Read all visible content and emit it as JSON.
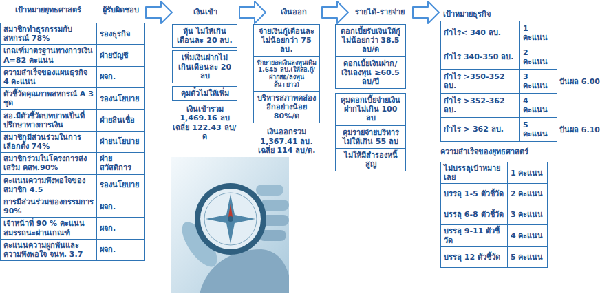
{
  "diagram": {
    "nodes": [
      {
        "text": [
          "หุ้น ไม่ให้เกินเดือนละ 20 ลบ."
        ]
      },
      {
        "text": [
          "เพิ่มเงินฝากไม่เกินเดือนละ 20 ลบ"
        ]
      },
      {
        "text": [
          "คุมตั๋วไม่ให้เพิ่ม"
        ]
      },
      {
        "text": [
          "จ่ายเงินกู้เดือนละไม่น้อยกว่า 75 ลบ."
        ]
      },
      {
        "text": [
          "รักษายอดเงินลงทุนเดิม 1,645 ลบ.(ให้สอ.กู้/ฝากสอ/ลงทุนสั้น+ยาว)"
        ]
      },
      {
        "text": [
          "บริหารสภาพคล่องอีกอย่างน้อย 80%/ด"
        ]
      },
      {
        "text": [
          "ดอกเบี้ยรับเงินให้กู้ไม่น้อยกว่า 38.5 ลบ/ด"
        ]
      },
      {
        "text": [
          "ดอกเบี้ยเงินฝาก/เงินลงทุน ≥60.5 ลบ/ปี"
        ]
      },
      {
        "text": [
          "คุมดอกเบี้ยจ่ายเงินฝากไม่เกิน 100 ลบ"
        ]
      },
      {
        "text": [
          "คุมรายจ่ายบริหารไม่ให้เกิน 55 ลบ"
        ]
      },
      {
        "text": [
          "ไม่ให้มีสำรองหนี้สูญ"
        ]
      }
    ],
    "labels": [
      "เป้าหมายยุทธศาสตร์",
      "ผู้รับผิดชอบ",
      "สมาชิกทำธุรกรรมกับสหกรณ์ 78%",
      "รองธุรกิจ",
      "เกณฑ์มาตรฐานทางการเงิน A=82 คะแนน",
      "ฝ่ายบัญชี",
      "ความสำเร็จของแผนธุรกิจ 4 คะแนน",
      "ผจก.",
      "ตัวชี้วัดคุณภาพสหกรณ์ A 3 ชุด",
      "รองนโยบาย",
      "สอ.มีตัวชี้วัดบทบาทเป็นที่ปรึกษาทางการเงิน",
      "ฝ่ายสินเชื่อ",
      "สมาชิกมีส่วนร่วมในการเลือกตั้ง 74%",
      "ฝ่ายนโยบาย",
      "สมาชิกร่วมในโครงการส่งเสริม คสพ.90%",
      "ฝ่ายสวัสดิการ",
      "คะแนนความพึงพอใจของสมาชิก 4.5",
      "รองนโยบาย",
      "การมีส่วนร่วมของกรรมการ 90%",
      "ผจก.",
      "เจ้าหน้าที่ 90 % คะแนนสมรรถนะผ่านเกณฑ์",
      "ผจก.",
      "คะแนนความผูกพันและความพึงพอใจ จนท. 3.7",
      "ผจก.",
      "เงินเข้า",
      "เงินออก",
      "รายได้-รายจ่าย",
      "เป้าหมายธุรกิจ",
      "เงินเข้ารวม 1,469.16 ลบ เฉลี่ย 122.43 ลบ/ด",
      "เงินออกรวม 1,367.41 ลบ. เฉลี่ย 114 ลบ/ด.",
      "กำไร< 340 ลบ.",
      "1 คะแนน",
      "กำไร 340-350 ลบ.",
      "2 คะแนน",
      "กำไร >350-352 ลบ.",
      "3 คะแนน",
      "กำไร >352-362 ลบ.",
      "4 คะแนน",
      "กำไร > 362 ลบ.",
      "5 คะแนน",
      "ปันผล 6.00",
      "ปันผล 6.10",
      "ความสำเร็จของยุทธศาสตร์",
      "ไม่บรรลุเป้าหมายเลย",
      "1 คะแนน",
      "บรรลุ 1-5 ตัวชี้วัด",
      "2 คะแนน",
      "บรรลุ 6-8 ตัวชี้วัด",
      "3 คะแนน",
      "บรรลุ 9-11 ตัวชี้วัด",
      "4 คะแนน",
      "บรรลุ 12 ตัวชี้วัด",
      "5 คะแนน"
    ]
  }
}
